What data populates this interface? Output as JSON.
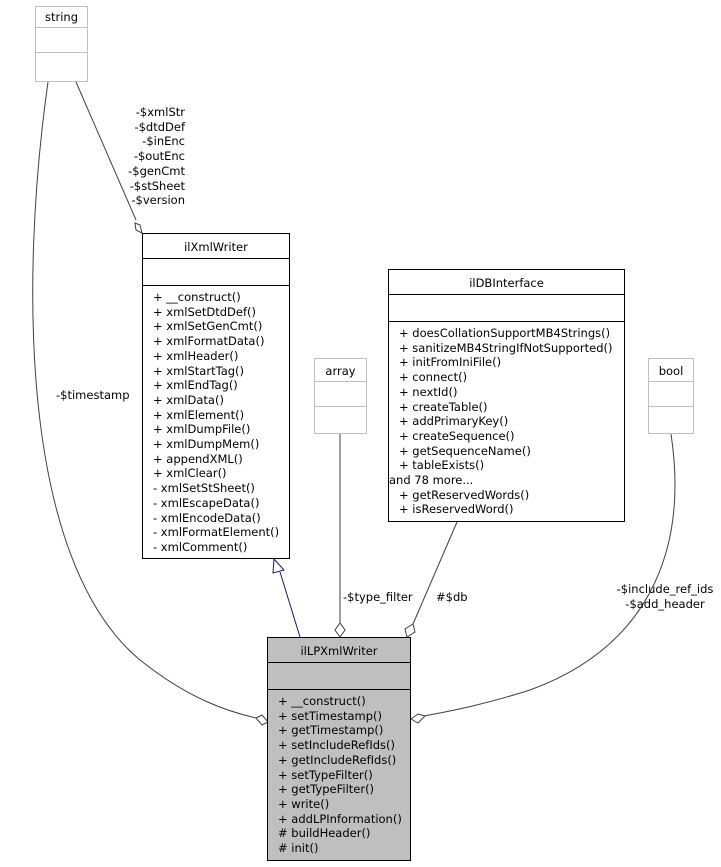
{
  "classes": {
    "string": {
      "name": "string"
    },
    "array": {
      "name": "array"
    },
    "bool": {
      "name": "bool"
    },
    "xmlwriter": {
      "name": "ilXmlWriter",
      "ops": [
        "+ __construct()",
        "+ xmlSetDtdDef()",
        "+ xmlSetGenCmt()",
        "+ xmlFormatData()",
        "+ xmlHeader()",
        "+ xmlStartTag()",
        "+ xmlEndTag()",
        "+ xmlData()",
        "+ xmlElement()",
        "+ xmlDumpFile()",
        "+ xmlDumpMem()",
        "+ appendXML()",
        "+ xmlClear()",
        "- xmlSetStSheet()",
        "- xmlEscapeData()",
        "- xmlEncodeData()",
        "- xmlFormatElement()",
        "- xmlComment()"
      ]
    },
    "dbinterface": {
      "name": "ilDBInterface",
      "ops": [
        "+ doesCollationSupportMB4Strings()",
        "+ sanitizeMB4StringIfNotSupported()",
        "+ initFromIniFile()",
        "+ connect()",
        "+ nextId()",
        "+ createTable()",
        "+ addPrimaryKey()",
        "+ createSequence()",
        "+ getSequenceName()",
        "+ tableExists()",
        "and 78 more...",
        "+ getReservedWords()",
        "+ isReservedWord()"
      ]
    },
    "lpxmlwriter": {
      "name": "ilLPXmlWriter",
      "ops": [
        "+ __construct()",
        "+ setTimestamp()",
        "+ getTimestamp()",
        "+ setIncludeRefIds()",
        "+ getIncludeRefIds()",
        "+ setTypeFilter()",
        "+ getTypeFilter()",
        "+ write()",
        "+ addLPInformation()",
        "# buildHeader()",
        "# init()"
      ]
    }
  },
  "edge_labels": {
    "string_to_xmlwriter": [
      "-$xmlStr",
      "-$dtdDef",
      "-$inEnc",
      "-$outEnc",
      "-$genCmt",
      "-$stSheet",
      "-$version"
    ],
    "timestamp": "-$timestamp",
    "type_filter": "-$type_filter",
    "db": "#$db",
    "bool_to_lp": [
      "-$include_ref_ids",
      "-$add_header"
    ]
  },
  "colors": {
    "generalization": "#191970",
    "association": "#404040",
    "highlight": "#bfbfbf"
  }
}
